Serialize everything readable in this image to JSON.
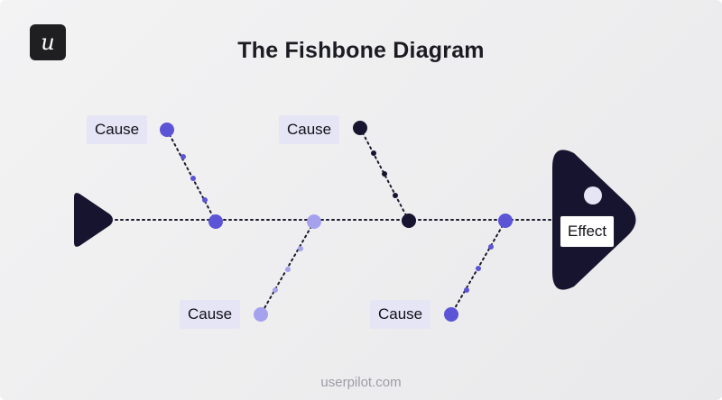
{
  "brand": {
    "logo_letter": "u",
    "footer_text": "userpilot.com"
  },
  "title": "The Fishbone Diagram",
  "effect": {
    "label": "Effect"
  },
  "causes": [
    {
      "label": "Cause",
      "side": "top",
      "color": "#5b54d6"
    },
    {
      "label": "Cause",
      "side": "top",
      "color": "#16142e"
    },
    {
      "label": "Cause",
      "side": "bottom",
      "color": "#a5a1ec"
    },
    {
      "label": "Cause",
      "side": "bottom",
      "color": "#5b54d6"
    }
  ],
  "colors": {
    "spine": "#1b1b2e",
    "head": "#16142e",
    "label_bg": "#e6e5f6",
    "accent_purple": "#5b54d6",
    "light_purple": "#a5a1ec"
  }
}
